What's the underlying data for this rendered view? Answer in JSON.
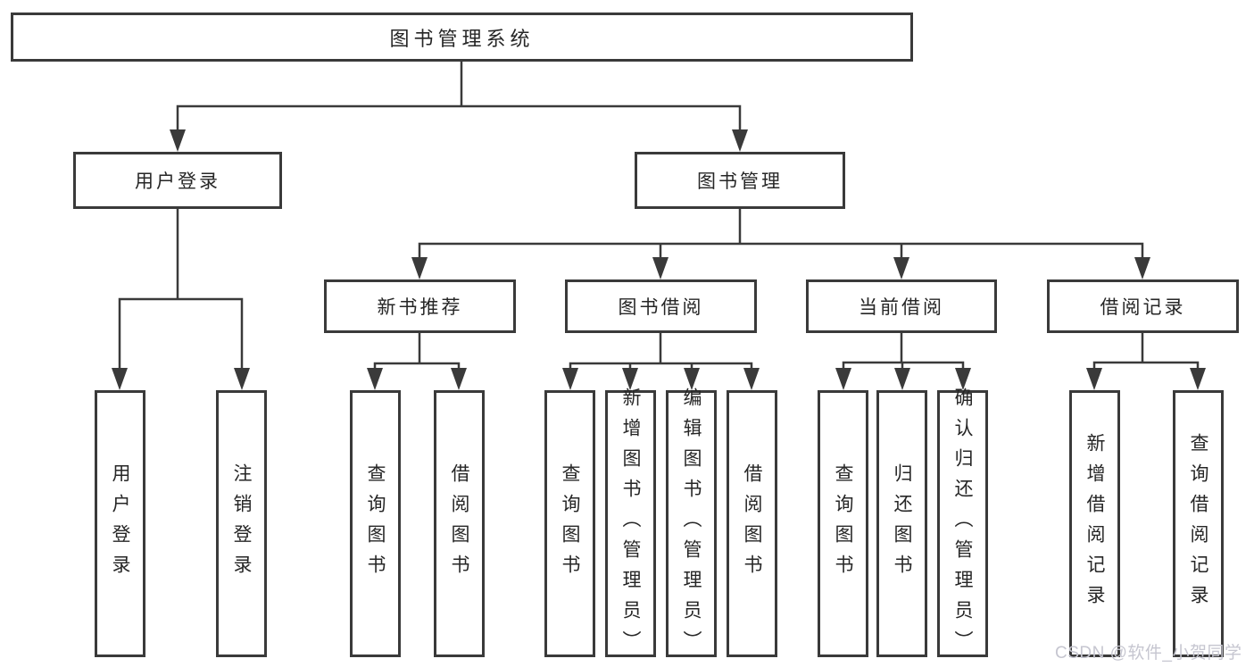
{
  "diagram": {
    "title": "图书管理系统",
    "level2": [
      {
        "label": "用户登录"
      },
      {
        "label": "图书管理"
      }
    ],
    "level3": [
      {
        "label": "新书推荐"
      },
      {
        "label": "图书借阅"
      },
      {
        "label": "当前借阅"
      },
      {
        "label": "借阅记录"
      }
    ],
    "leaves": {
      "user_login": [
        "用户登录",
        "注销登录"
      ],
      "new_books": [
        "查询图书",
        "借阅图书"
      ],
      "book_borrowing": [
        "查询图书",
        "新增图书（管理员）",
        "编辑图书（管理员）",
        "借阅图书"
      ],
      "current_borrowing": [
        "查询图书",
        "归还图书",
        "确认归还（管理员）"
      ],
      "borrowing_records": [
        "新增借阅记录",
        "查询借阅记录"
      ]
    }
  },
  "watermark": {
    "text": "CSDN @软件_小贺同学"
  },
  "colors": {
    "line": "#3a3a3a",
    "text": "#262626",
    "bg": "#ffffff",
    "watermark": "#c6c6d0"
  }
}
